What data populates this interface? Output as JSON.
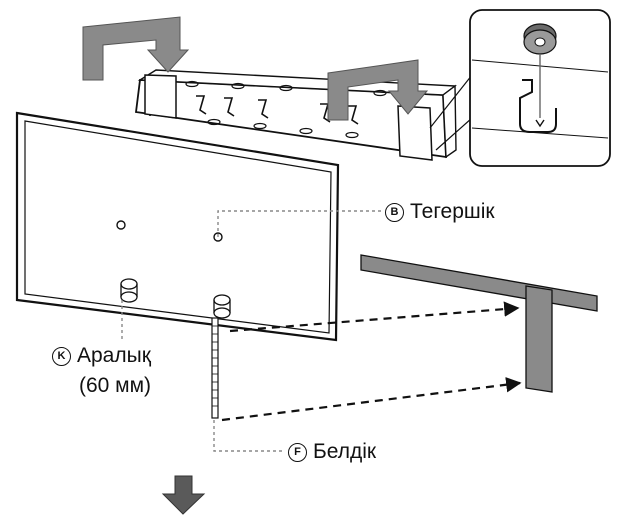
{
  "callouts": {
    "washer": {
      "marker": "B",
      "label": "Тегершік"
    },
    "spacer": {
      "marker": "K",
      "label": "Аралық",
      "detail": "(60 мм)"
    },
    "belt": {
      "marker": "F",
      "label": "Белдік"
    }
  },
  "colors": {
    "line": "#111111",
    "gray_fill": "#8a8a8a",
    "arrow_fill": "#5a5a5a"
  },
  "icons": {
    "down_arrow": "down-arrow-icon"
  }
}
